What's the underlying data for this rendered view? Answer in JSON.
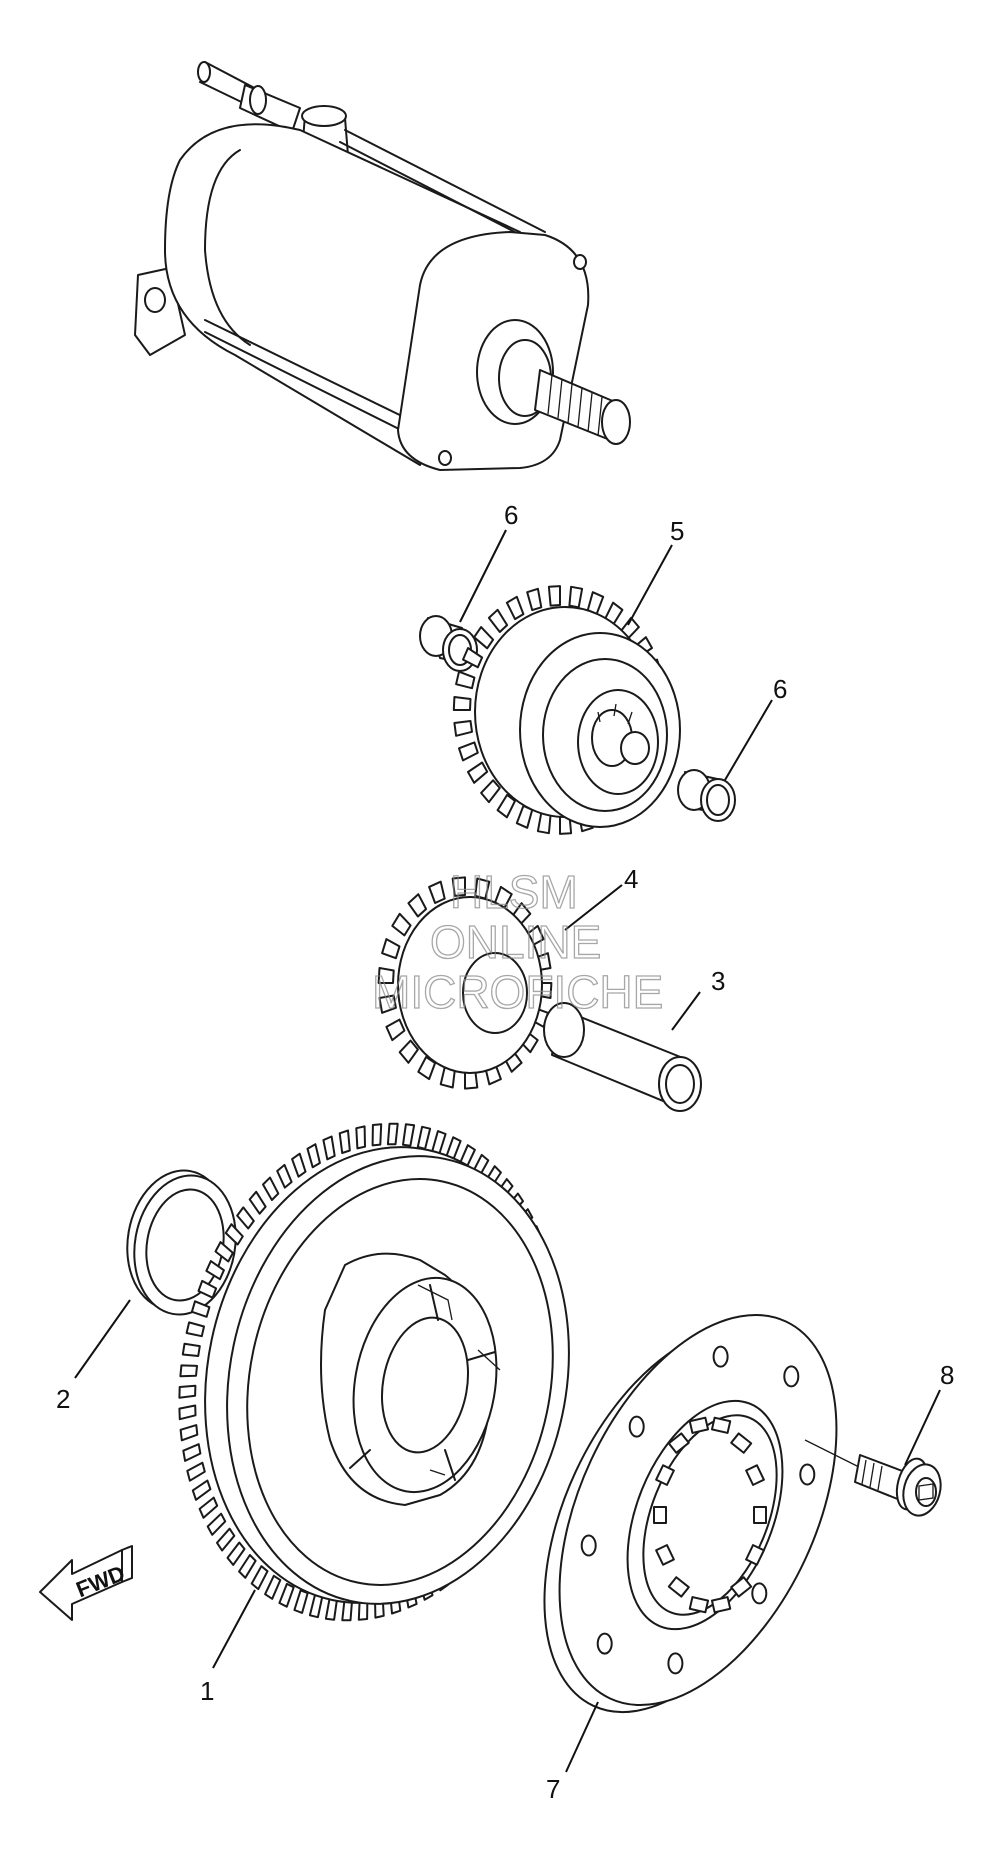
{
  "callouts": [
    {
      "id": "1",
      "label": "1"
    },
    {
      "id": "2",
      "label": "2"
    },
    {
      "id": "3",
      "label": "3"
    },
    {
      "id": "4",
      "label": "4"
    },
    {
      "id": "5",
      "label": "5"
    },
    {
      "id": "6a",
      "label": "6"
    },
    {
      "id": "6b",
      "label": "6"
    },
    {
      "id": "7",
      "label": "7"
    },
    {
      "id": "8",
      "label": "8"
    }
  ],
  "direction_marker": {
    "label": "FWD"
  },
  "watermark": {
    "lines": [
      "HLSM",
      "ONLINE",
      "MICROFICHE"
    ]
  }
}
